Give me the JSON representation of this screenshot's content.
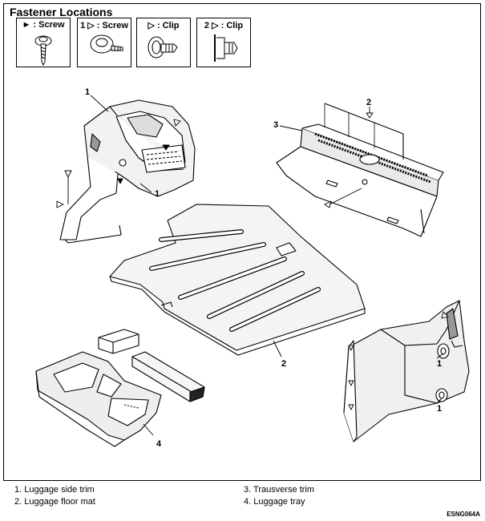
{
  "title": "Fastener Locations",
  "fasteners": [
    {
      "label": "► : Screw"
    },
    {
      "label": "1 ▷ : Screw"
    },
    {
      "label": "▷ : Clip"
    },
    {
      "label": "2 ▷ : Clip"
    }
  ],
  "callouts": [
    "1",
    "1",
    "2",
    "3",
    "2",
    "1",
    "1",
    "4"
  ],
  "legend": [
    {
      "text": "1. Luggage side trim"
    },
    {
      "text": "2. Luggage floor mat"
    },
    {
      "text": "3. Trausverse trim"
    },
    {
      "text": "4. Luggage  tray"
    }
  ],
  "diagram_code": "ESNG064A"
}
